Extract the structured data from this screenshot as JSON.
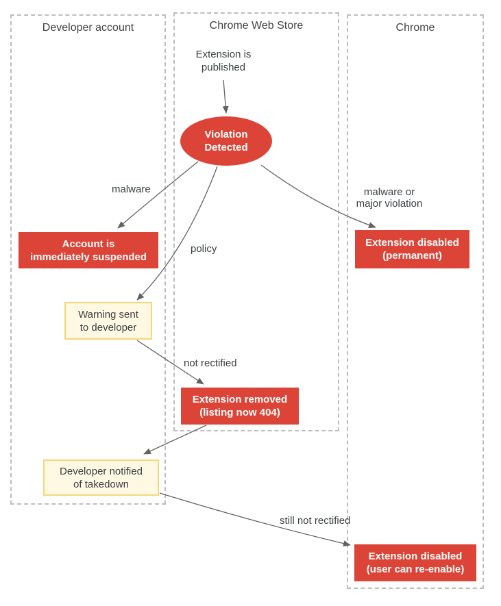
{
  "lanes": {
    "developer": {
      "label": "Developer account"
    },
    "store": {
      "label": "Chrome Web Store"
    },
    "chrome": {
      "label": "Chrome"
    }
  },
  "nodes": {
    "published": {
      "label": "Extension is\npublished",
      "lane": "chrome-web-store",
      "type": "text"
    },
    "violation": {
      "label": "Violation\nDetected",
      "lane": "chrome-web-store",
      "type": "ellipse"
    },
    "suspended": {
      "label": "Account is\nimmediately suspended",
      "lane": "developer-account",
      "type": "red-box"
    },
    "disabled_permanent": {
      "label": "Extension disabled\n(permanent)",
      "lane": "chrome",
      "type": "red-box"
    },
    "warning": {
      "label": "Warning sent\nto developer",
      "lane": "developer-account",
      "type": "note-box"
    },
    "removed": {
      "label": "Extension removed\n(listing now 404)",
      "lane": "chrome-web-store",
      "type": "red-box"
    },
    "notified": {
      "label": "Developer notified\nof takedown",
      "lane": "developer-account",
      "type": "note-box"
    },
    "disabled_reenable": {
      "label": "Extension disabled\n(user can re-enable)",
      "lane": "chrome",
      "type": "red-box"
    }
  },
  "edges": {
    "malware": {
      "label": "malware"
    },
    "policy": {
      "label": "policy"
    },
    "major": {
      "label": "malware or\nmajor violation"
    },
    "not_rectified": {
      "label": "not rectified"
    },
    "still_not_rectified": {
      "label": "still not rectified"
    }
  },
  "connections": [
    {
      "from": "published",
      "to": "violation",
      "label": ""
    },
    {
      "from": "violation",
      "to": "suspended",
      "label": "malware"
    },
    {
      "from": "violation",
      "to": "warning",
      "label": "policy"
    },
    {
      "from": "violation",
      "to": "disabled_permanent",
      "label": "malware or major violation"
    },
    {
      "from": "warning",
      "to": "removed",
      "label": "not rectified"
    },
    {
      "from": "removed",
      "to": "notified",
      "label": ""
    },
    {
      "from": "notified",
      "to": "disabled_reenable",
      "label": "still not rectified"
    }
  ],
  "colors": {
    "node_red": "#db4437",
    "node_red_text": "#ffffff",
    "note_fill": "#fff8e3",
    "note_border": "#f5d87a",
    "lane_border": "#bdbdbd",
    "arrow": "#616161",
    "text": "#3c4043"
  }
}
